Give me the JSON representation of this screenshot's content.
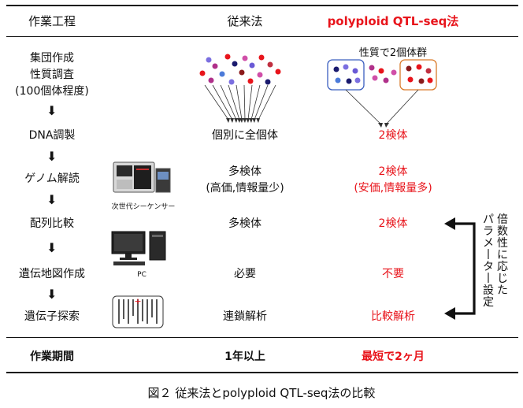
{
  "header": {
    "col1": "作業工程",
    "col2": "従来法",
    "col3": "polyploid QTL-seq法"
  },
  "steps": [
    {
      "label_lines": [
        "集団作成",
        "性質調査",
        "(100個体程度)"
      ],
      "conventional": [],
      "proposed": [
        "性質で2個体群"
      ]
    },
    {
      "label_lines": [
        "DNA調製"
      ],
      "conventional": [
        "個別に全個体"
      ],
      "proposed": [
        "2検体"
      ]
    },
    {
      "label_lines": [
        "ゲノム解読"
      ],
      "conventional": [
        "多検体",
        "(高価,情報量少)"
      ],
      "proposed": [
        "2検体",
        "(安価,情報量多)"
      ]
    },
    {
      "label_lines": [
        "配列比較"
      ],
      "conventional": [
        "多検体"
      ],
      "proposed": [
        "2検体"
      ]
    },
    {
      "label_lines": [
        "遺伝地図作成"
      ],
      "conventional": [
        "必要"
      ],
      "proposed": [
        "不要"
      ]
    },
    {
      "label_lines": [
        "遺伝子探索"
      ],
      "conventional": [
        "連鎖解析"
      ],
      "proposed": [
        "比較解析"
      ]
    }
  ],
  "images": {
    "sequencer_label": "次世代シーケンサー",
    "pc_label": "PC"
  },
  "side_note": "倍数性に応じたパラメーター設定",
  "footer": {
    "label": "作業期間",
    "conventional": "1年以上",
    "proposed": "最短で2ヶ月"
  },
  "caption": "図２ 従来法とpolyploid QTL-seq法の比較",
  "colors": {
    "accent_red": "#e8141b",
    "dot_colors": [
      "#6a5ad6",
      "#e8141b",
      "#d04fa8",
      "#1a1a6e",
      "#8b1a1a",
      "#4c7bd9",
      "#b0308a",
      "#c03040"
    ]
  }
}
